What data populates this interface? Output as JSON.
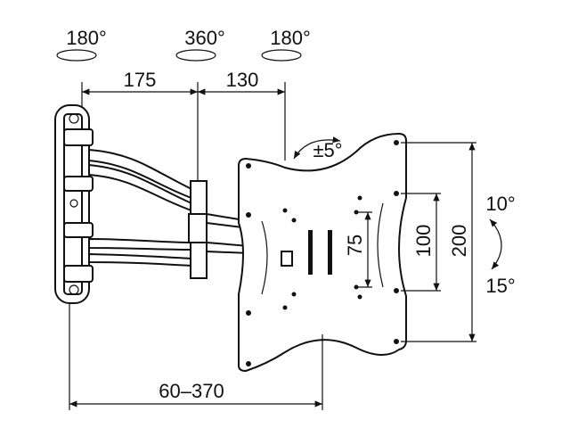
{
  "rotation_labels": {
    "left_swivel": "180°",
    "middle_swivel": "360°",
    "right_swivel": "180°"
  },
  "dimensions": {
    "first_arm": "175",
    "second_arm": "130",
    "extension_range": "60–370",
    "vesa_small": "75",
    "vesa_medium": "100",
    "vesa_large": "200"
  },
  "tilt": {
    "rotation": "±5°",
    "tilt_up": "10°",
    "tilt_down": "15°"
  }
}
